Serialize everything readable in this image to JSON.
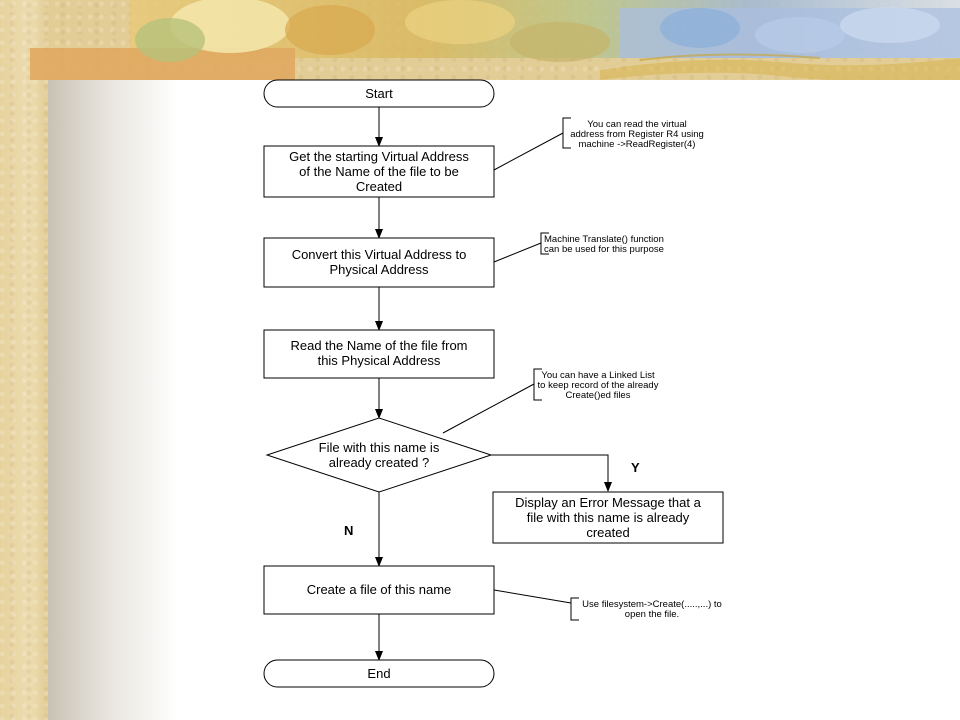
{
  "flowchart": {
    "nodes": [
      {
        "id": "start",
        "shape": "terminator",
        "lines": [
          "Start"
        ]
      },
      {
        "id": "get-address",
        "shape": "process",
        "lines": [
          "Get the starting Virtual Address",
          "of the Name of the file to be",
          "Created"
        ]
      },
      {
        "id": "convert",
        "shape": "process",
        "lines": [
          "Convert this Virtual Address to",
          "Physical Address"
        ]
      },
      {
        "id": "read-name",
        "shape": "process",
        "lines": [
          "Read the Name of the file from",
          "this Physical Address"
        ]
      },
      {
        "id": "decision",
        "shape": "decision",
        "lines": [
          "File with this name is",
          "already created ?"
        ]
      },
      {
        "id": "error",
        "shape": "process",
        "lines": [
          "Display an Error Message that a",
          "file with this name is already",
          "created"
        ]
      },
      {
        "id": "create",
        "shape": "process",
        "lines": [
          "Create a file of this name"
        ]
      },
      {
        "id": "end",
        "shape": "terminator",
        "lines": [
          "End"
        ]
      }
    ],
    "notes": [
      {
        "id": "note-register",
        "lines": [
          "You can read the virtual",
          "address from Register R4 using",
          "machine ->ReadRegister(4)"
        ]
      },
      {
        "id": "note-translate",
        "lines": [
          "Machine Translate() function",
          "can be used for this purpose"
        ]
      },
      {
        "id": "note-linked-list",
        "lines": [
          "You can have a Linked List",
          "to keep record of the already",
          "Create()ed files"
        ]
      },
      {
        "id": "note-filesystem",
        "lines": [
          "Use filesystem->Create(.....,...) to",
          "open the file."
        ]
      }
    ],
    "edge_labels": {
      "yes": "Y",
      "no": "N"
    }
  }
}
